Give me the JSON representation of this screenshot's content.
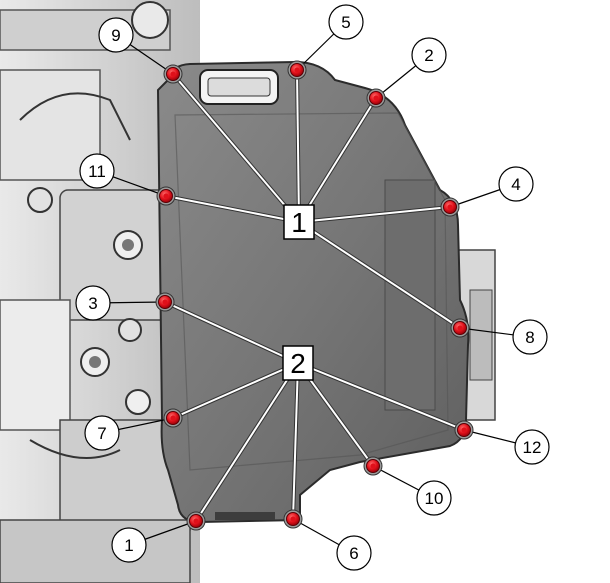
{
  "diagram": {
    "group_labels": [
      {
        "id": "g1",
        "text": "1"
      },
      {
        "id": "g2",
        "text": "2"
      }
    ],
    "callouts": [
      {
        "id": "bolt-9",
        "text": "9",
        "group": "g1"
      },
      {
        "id": "bolt-5",
        "text": "5",
        "group": "g1"
      },
      {
        "id": "bolt-2",
        "text": "2",
        "group": "g1"
      },
      {
        "id": "bolt-11",
        "text": "11",
        "group": "g1"
      },
      {
        "id": "bolt-4",
        "text": "4",
        "group": "g1"
      },
      {
        "id": "bolt-8",
        "text": "8",
        "group": "g1"
      },
      {
        "id": "bolt-3",
        "text": "3",
        "group": "g2"
      },
      {
        "id": "bolt-7",
        "text": "7",
        "group": "g2"
      },
      {
        "id": "bolt-12",
        "text": "12",
        "group": "g2"
      },
      {
        "id": "bolt-10",
        "text": "10",
        "group": "g2"
      },
      {
        "id": "bolt-1",
        "text": "1",
        "group": "g2"
      },
      {
        "id": "bolt-6",
        "text": "6",
        "group": "g2"
      }
    ],
    "colors": {
      "bolt": "#e0101a",
      "cover": "#7c7c7c",
      "engine": "#d6d6d6",
      "leader": "#ffffff",
      "callout_stroke": "#000000"
    }
  }
}
